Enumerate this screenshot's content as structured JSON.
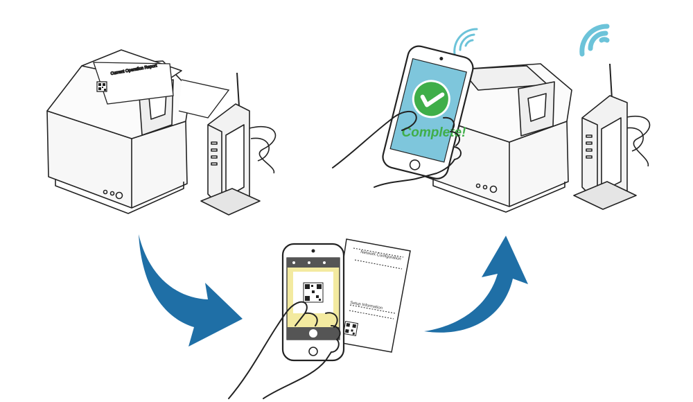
{
  "screen": {
    "complete_text": "Complete!"
  },
  "receipt_top": {
    "line1": "Network Configuration",
    "line2": "Setup Information"
  },
  "receipt_printer": {
    "line1": "Current Operation Report"
  },
  "colors": {
    "arrow": "#1f6fa6",
    "screen_blue": "#7ec6dc",
    "check_green": "#3fae49",
    "wifi": "#6cc3d9",
    "scan_highlight": "#f3eaa0",
    "outline": "#222222"
  },
  "icons": [
    "printer",
    "router",
    "smartphone",
    "qr-code",
    "check-icon",
    "wifi-signal-icon",
    "curved-arrow-icon",
    "hand"
  ]
}
